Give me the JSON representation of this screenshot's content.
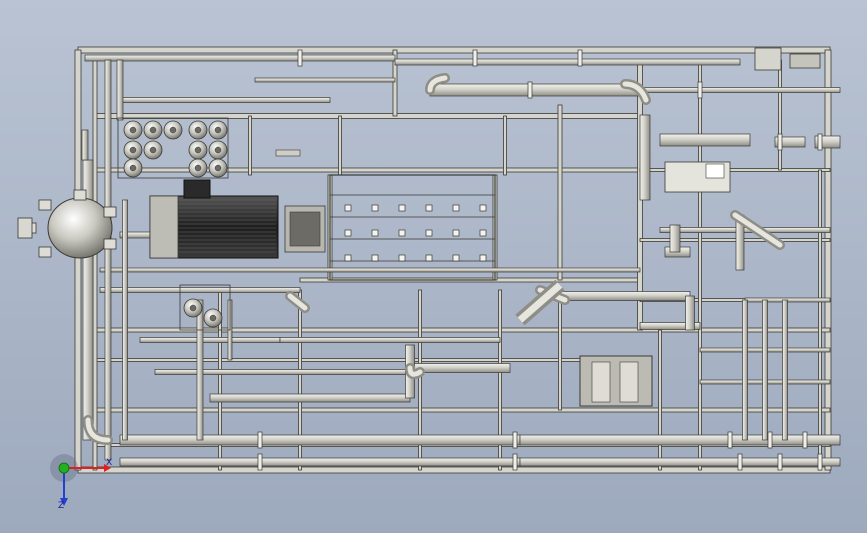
{
  "viewport": {
    "name": "cad-3d-viewport",
    "background_top": "#b9c3d3",
    "background_bottom": "#9da9bd"
  },
  "colors": {
    "frame_fill": "#d6d5cd",
    "frame_stroke": "#3a3a36",
    "pipe_fill": "#cfcec6",
    "pipe_highlight": "#eeede7",
    "motor_dark": "#2b2b2b",
    "axis_x": "#e02020",
    "axis_y": "#20b020",
    "axis_z": "#2040d0"
  },
  "triad": {
    "x_label": "X",
    "z_label": "Z"
  }
}
